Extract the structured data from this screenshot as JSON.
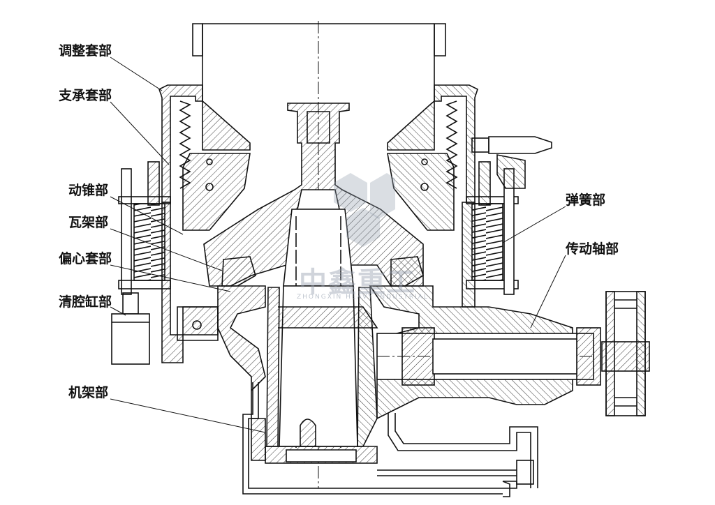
{
  "labels": {
    "adjust_sleeve": "调整套部",
    "support_sleeve": "支承套部",
    "moving_cone": "动锥部",
    "bowl_bearing": "瓦架部",
    "eccentric": "偏心套部",
    "cavity_cylinder": "清腔缸部",
    "frame": "机架部",
    "spring": "弹簧部",
    "drive_shaft": "传动轴部"
  },
  "watermark": {
    "cn": "中鑫重工",
    "en": "ZHONGXIN HEAVY INDUSTRIAL"
  },
  "colors": {
    "line": "#111111",
    "hatch": "#333333",
    "watermark": "#9aa3b0"
  }
}
